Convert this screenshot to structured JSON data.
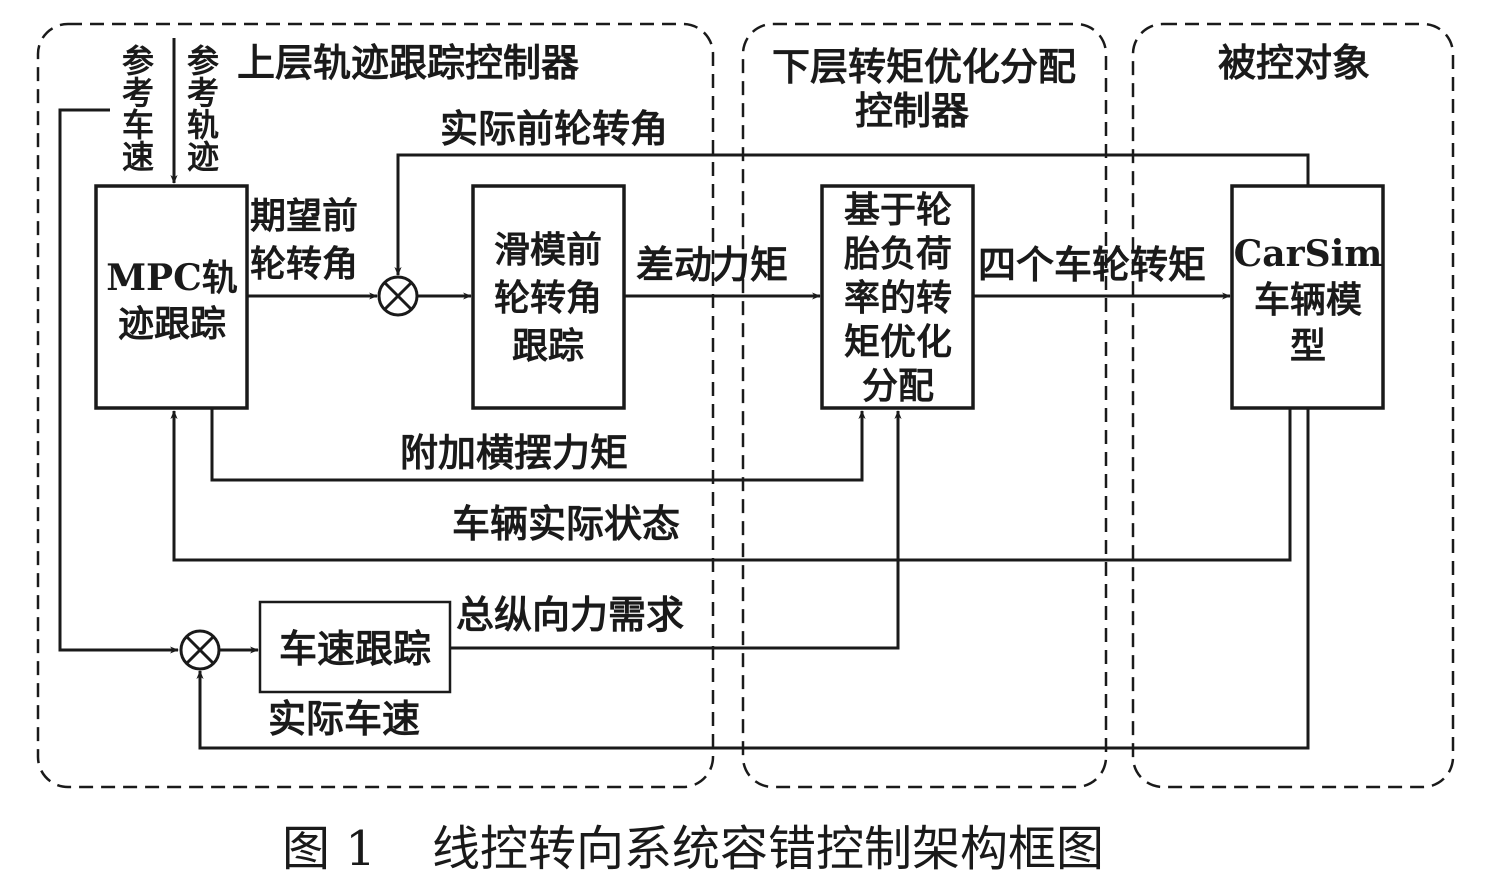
{
  "regions": {
    "upper": "上层轨迹跟踪控制器",
    "lower_line1": "下层转矩优化分配",
    "lower_line2": "控制器",
    "plant": "被控对象"
  },
  "inputs": {
    "ref_speed": "参考车速",
    "ref_traj": "参考轨迹"
  },
  "blocks": {
    "mpc_line1": "MPC轨",
    "mpc_line2": "迹跟踪",
    "smc_line1": "滑模前",
    "smc_line2": "轮转角",
    "smc_line3": "跟踪",
    "opt_line1": "基于轮",
    "opt_line2": "胎负荷",
    "opt_line3": "率的转",
    "opt_line4": "矩优化",
    "opt_line5": "分配",
    "carsim_line1": "CarSim",
    "carsim_line2": "车辆模",
    "carsim_line3": "型",
    "speed": "车速跟踪"
  },
  "signals": {
    "desired_line1": "期望前",
    "desired_line2": "轮转角",
    "actual_front": "实际前轮转角",
    "diff_torque": "差动力矩",
    "four_wheel": "四个车轮转矩",
    "yaw_moment": "附加横摆力矩",
    "actual_state": "车辆实际状态",
    "long_force": "总纵向力需求",
    "actual_speed": "实际车速"
  },
  "caption": {
    "label": "图 1",
    "text": "线控转向系统容错控制架构框图"
  }
}
